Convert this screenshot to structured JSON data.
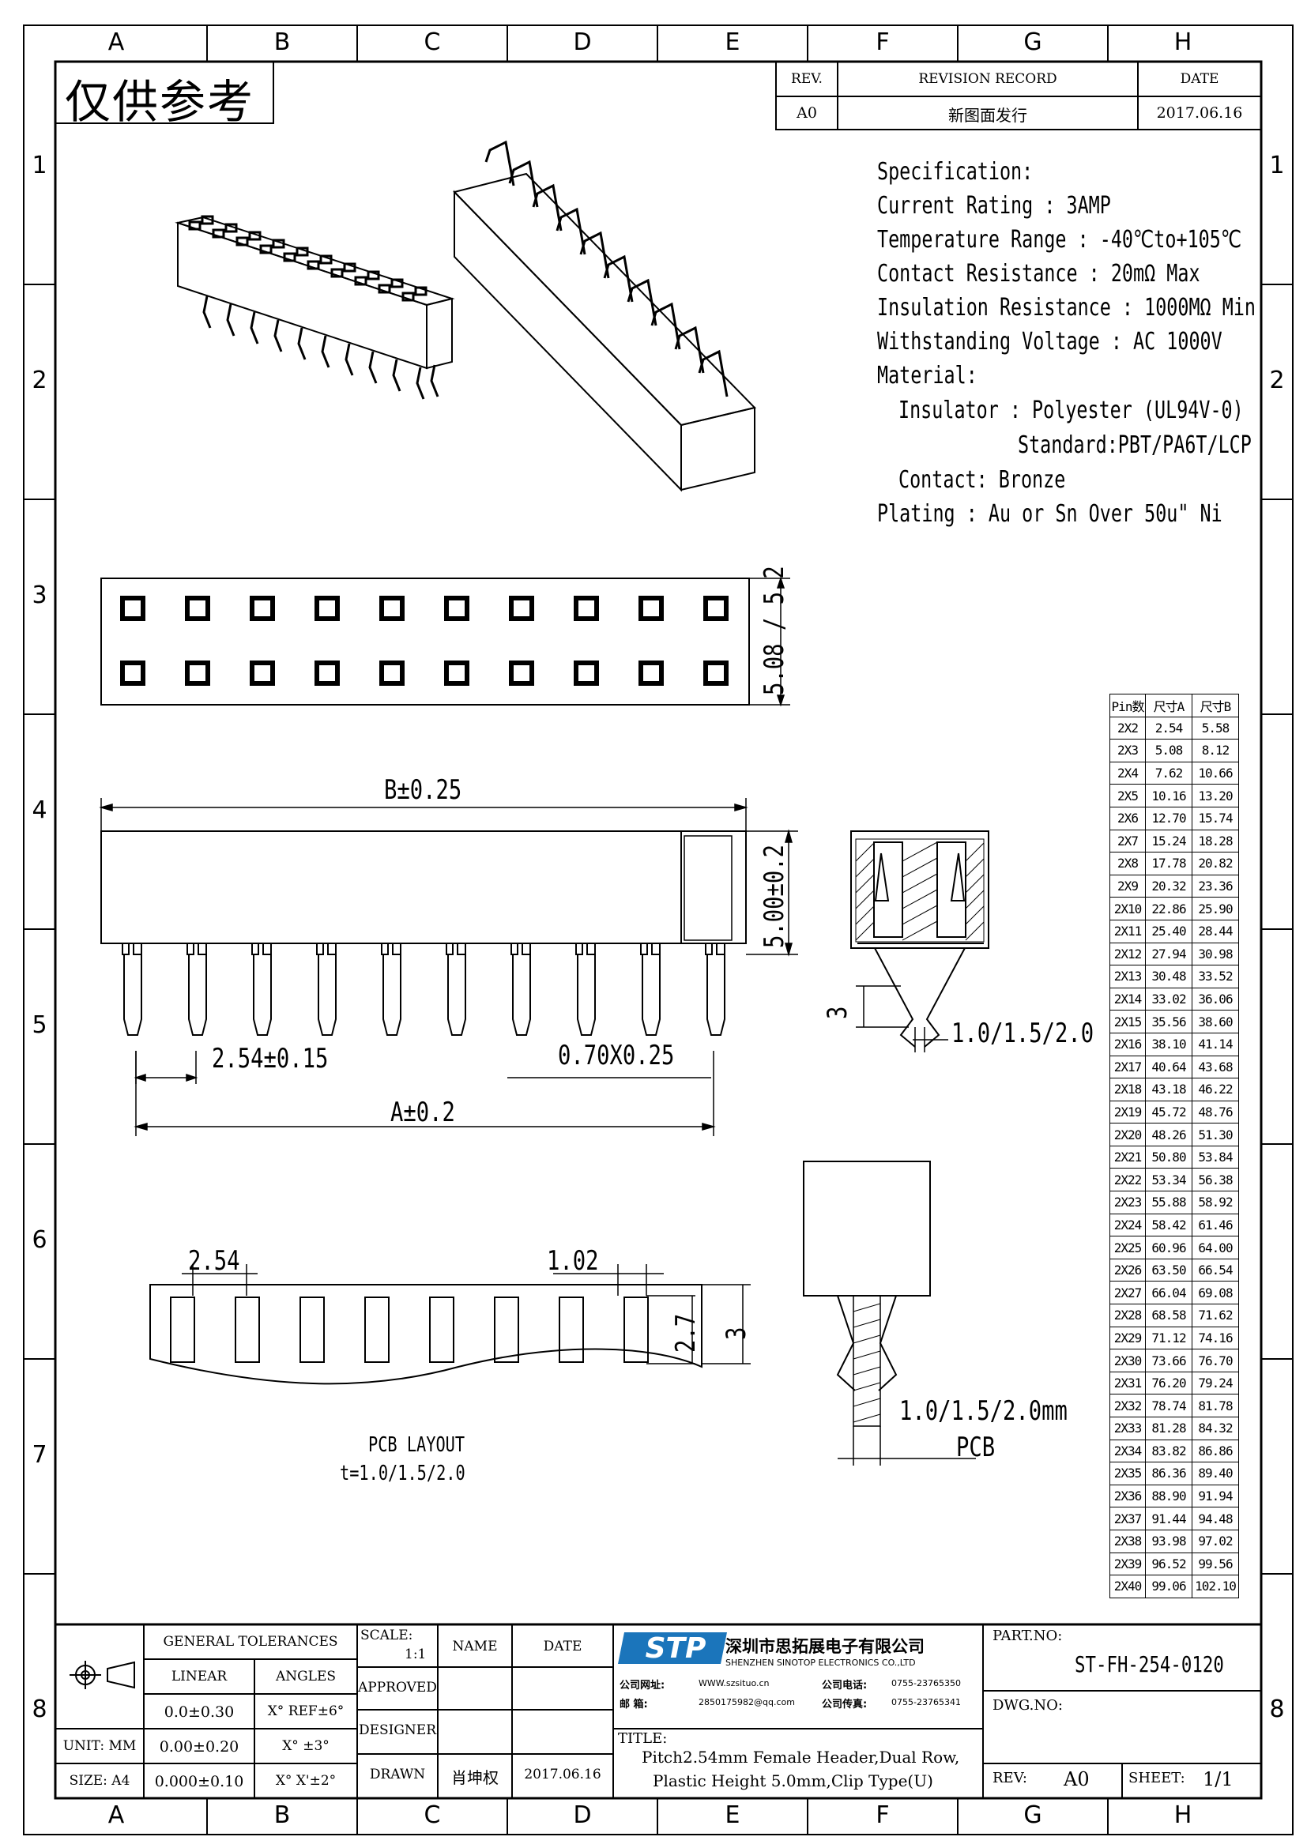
{
  "frame": {
    "columns": [
      "A",
      "B",
      "C",
      "D",
      "E",
      "F",
      "G",
      "H"
    ],
    "rows": [
      "1",
      "2",
      "3",
      "4",
      "5",
      "6",
      "7",
      "8"
    ]
  },
  "stamp": "仅供参考",
  "revision": {
    "headers": [
      "REV.",
      "REVISION RECORD",
      "DATE"
    ],
    "row": [
      "A0",
      "新图面发行",
      "2017.06.16"
    ]
  },
  "spec": {
    "title": "Specification:",
    "lines": [
      "Current Rating : 3AMP",
      "Temperature Range : -40℃to+105℃",
      "Contact Resistance : 20mΩ Max",
      "Insulation Resistance : 1000MΩ Min",
      "Withstanding Voltage : AC 1000V",
      "Material:",
      "Insulator : Polyester (UL94V-0)",
      "Standard:PBT/PA6T/LCP",
      "Contact: Bronze",
      "Plating : Au or Sn Over 50u\" Ni"
    ]
  },
  "dims": {
    "row_pitch": "5.08 / 5.2",
    "b_len": "B±0.25",
    "height": "5.00±0.2",
    "pitch": "2.54±0.15",
    "pin_size": "0.70X0.25",
    "a_len": "A±0.2",
    "side_3": "3",
    "side_thk": "1.0/1.5/2.0",
    "pcb_pitch": "2.54",
    "pcb_hole": "1.02",
    "pcb_h1": "2.7",
    "pcb_h2": "3",
    "pcb_title": "PCB LAYOUT",
    "pcb_thk": "t=1.0/1.5/2.0",
    "clip_thk": "1.0/1.5/2.0mm",
    "clip_pcb": "PCB"
  },
  "pin_table": {
    "headers": [
      "Pin数",
      "尺寸A",
      "尺寸B"
    ],
    "rows": [
      [
        "2X2",
        "2.54",
        "5.58"
      ],
      [
        "2X3",
        "5.08",
        "8.12"
      ],
      [
        "2X4",
        "7.62",
        "10.66"
      ],
      [
        "2X5",
        "10.16",
        "13.20"
      ],
      [
        "2X6",
        "12.70",
        "15.74"
      ],
      [
        "2X7",
        "15.24",
        "18.28"
      ],
      [
        "2X8",
        "17.78",
        "20.82"
      ],
      [
        "2X9",
        "20.32",
        "23.36"
      ],
      [
        "2X10",
        "22.86",
        "25.90"
      ],
      [
        "2X11",
        "25.40",
        "28.44"
      ],
      [
        "2X12",
        "27.94",
        "30.98"
      ],
      [
        "2X13",
        "30.48",
        "33.52"
      ],
      [
        "2X14",
        "33.02",
        "36.06"
      ],
      [
        "2X15",
        "35.56",
        "38.60"
      ],
      [
        "2X16",
        "38.10",
        "41.14"
      ],
      [
        "2X17",
        "40.64",
        "43.68"
      ],
      [
        "2X18",
        "43.18",
        "46.22"
      ],
      [
        "2X19",
        "45.72",
        "48.76"
      ],
      [
        "2X20",
        "48.26",
        "51.30"
      ],
      [
        "2X21",
        "50.80",
        "53.84"
      ],
      [
        "2X22",
        "53.34",
        "56.38"
      ],
      [
        "2X23",
        "55.88",
        "58.92"
      ],
      [
        "2X24",
        "58.42",
        "61.46"
      ],
      [
        "2X25",
        "60.96",
        "64.00"
      ],
      [
        "2X26",
        "63.50",
        "66.54"
      ],
      [
        "2X27",
        "66.04",
        "69.08"
      ],
      [
        "2X28",
        "68.58",
        "71.62"
      ],
      [
        "2X29",
        "71.12",
        "74.16"
      ],
      [
        "2X30",
        "73.66",
        "76.70"
      ],
      [
        "2X31",
        "76.20",
        "79.24"
      ],
      [
        "2X32",
        "78.74",
        "81.78"
      ],
      [
        "2X33",
        "81.28",
        "84.32"
      ],
      [
        "2X34",
        "83.82",
        "86.86"
      ],
      [
        "2X35",
        "86.36",
        "89.40"
      ],
      [
        "2X36",
        "88.90",
        "91.94"
      ],
      [
        "2X37",
        "91.44",
        "94.48"
      ],
      [
        "2X38",
        "93.98",
        "97.02"
      ],
      [
        "2X39",
        "96.52",
        "99.56"
      ],
      [
        "2X40",
        "99.06",
        "102.10"
      ]
    ]
  },
  "title_block": {
    "general_tolerances": "GENERAL TOLERANCES",
    "linear": "LINEAR",
    "angles": "ANGLES",
    "tol_rows": [
      [
        "",
        "0.0±0.30",
        "X° REF±6°"
      ],
      [
        "UNIT: MM",
        "0.00±0.20",
        "X° ±3°"
      ],
      [
        "SIZE: A4",
        "0.000±0.10",
        "X° X'±2°"
      ]
    ],
    "scale_label": "SCALE:",
    "scale_value": "1:1",
    "name": "NAME",
    "date": "DATE",
    "approved": "APPROVED",
    "designer": "DESIGNER",
    "drawn": "DRAWN",
    "drawn_name": "肖坤权",
    "drawn_date": "2017.06.16",
    "logo": "STP",
    "company_cn": "深圳市思拓展电子有限公司",
    "company_en": "SHENZHEN SINOTOP ELECTRONICS CO.,LTD",
    "web_label": "公司网址:",
    "web": "WWW.szsituo.cn",
    "tel_label": "公司电话:",
    "tel": "0755-23765350",
    "mail_label": "邮 箱:",
    "mail": "2850175982@qq.com",
    "fax_label": "公司传真:",
    "fax": "0755-23765341",
    "title_label": "TITLE:",
    "title_line1": "Pitch2.54mm Female Header,Dual Row,",
    "title_line2": "Plastic Height 5.0mm,Clip Type(U)",
    "part_no_label": "PART.NO:",
    "part_no": "ST-FH-254-0120",
    "dwg_no_label": "DWG.NO:",
    "rev_label": "REV:",
    "rev_value": "A0",
    "sheet_label": "SHEET:",
    "sheet_value": "1/1"
  },
  "colors": {
    "ink": "#000000",
    "logo_blue": "#1b75bb"
  }
}
